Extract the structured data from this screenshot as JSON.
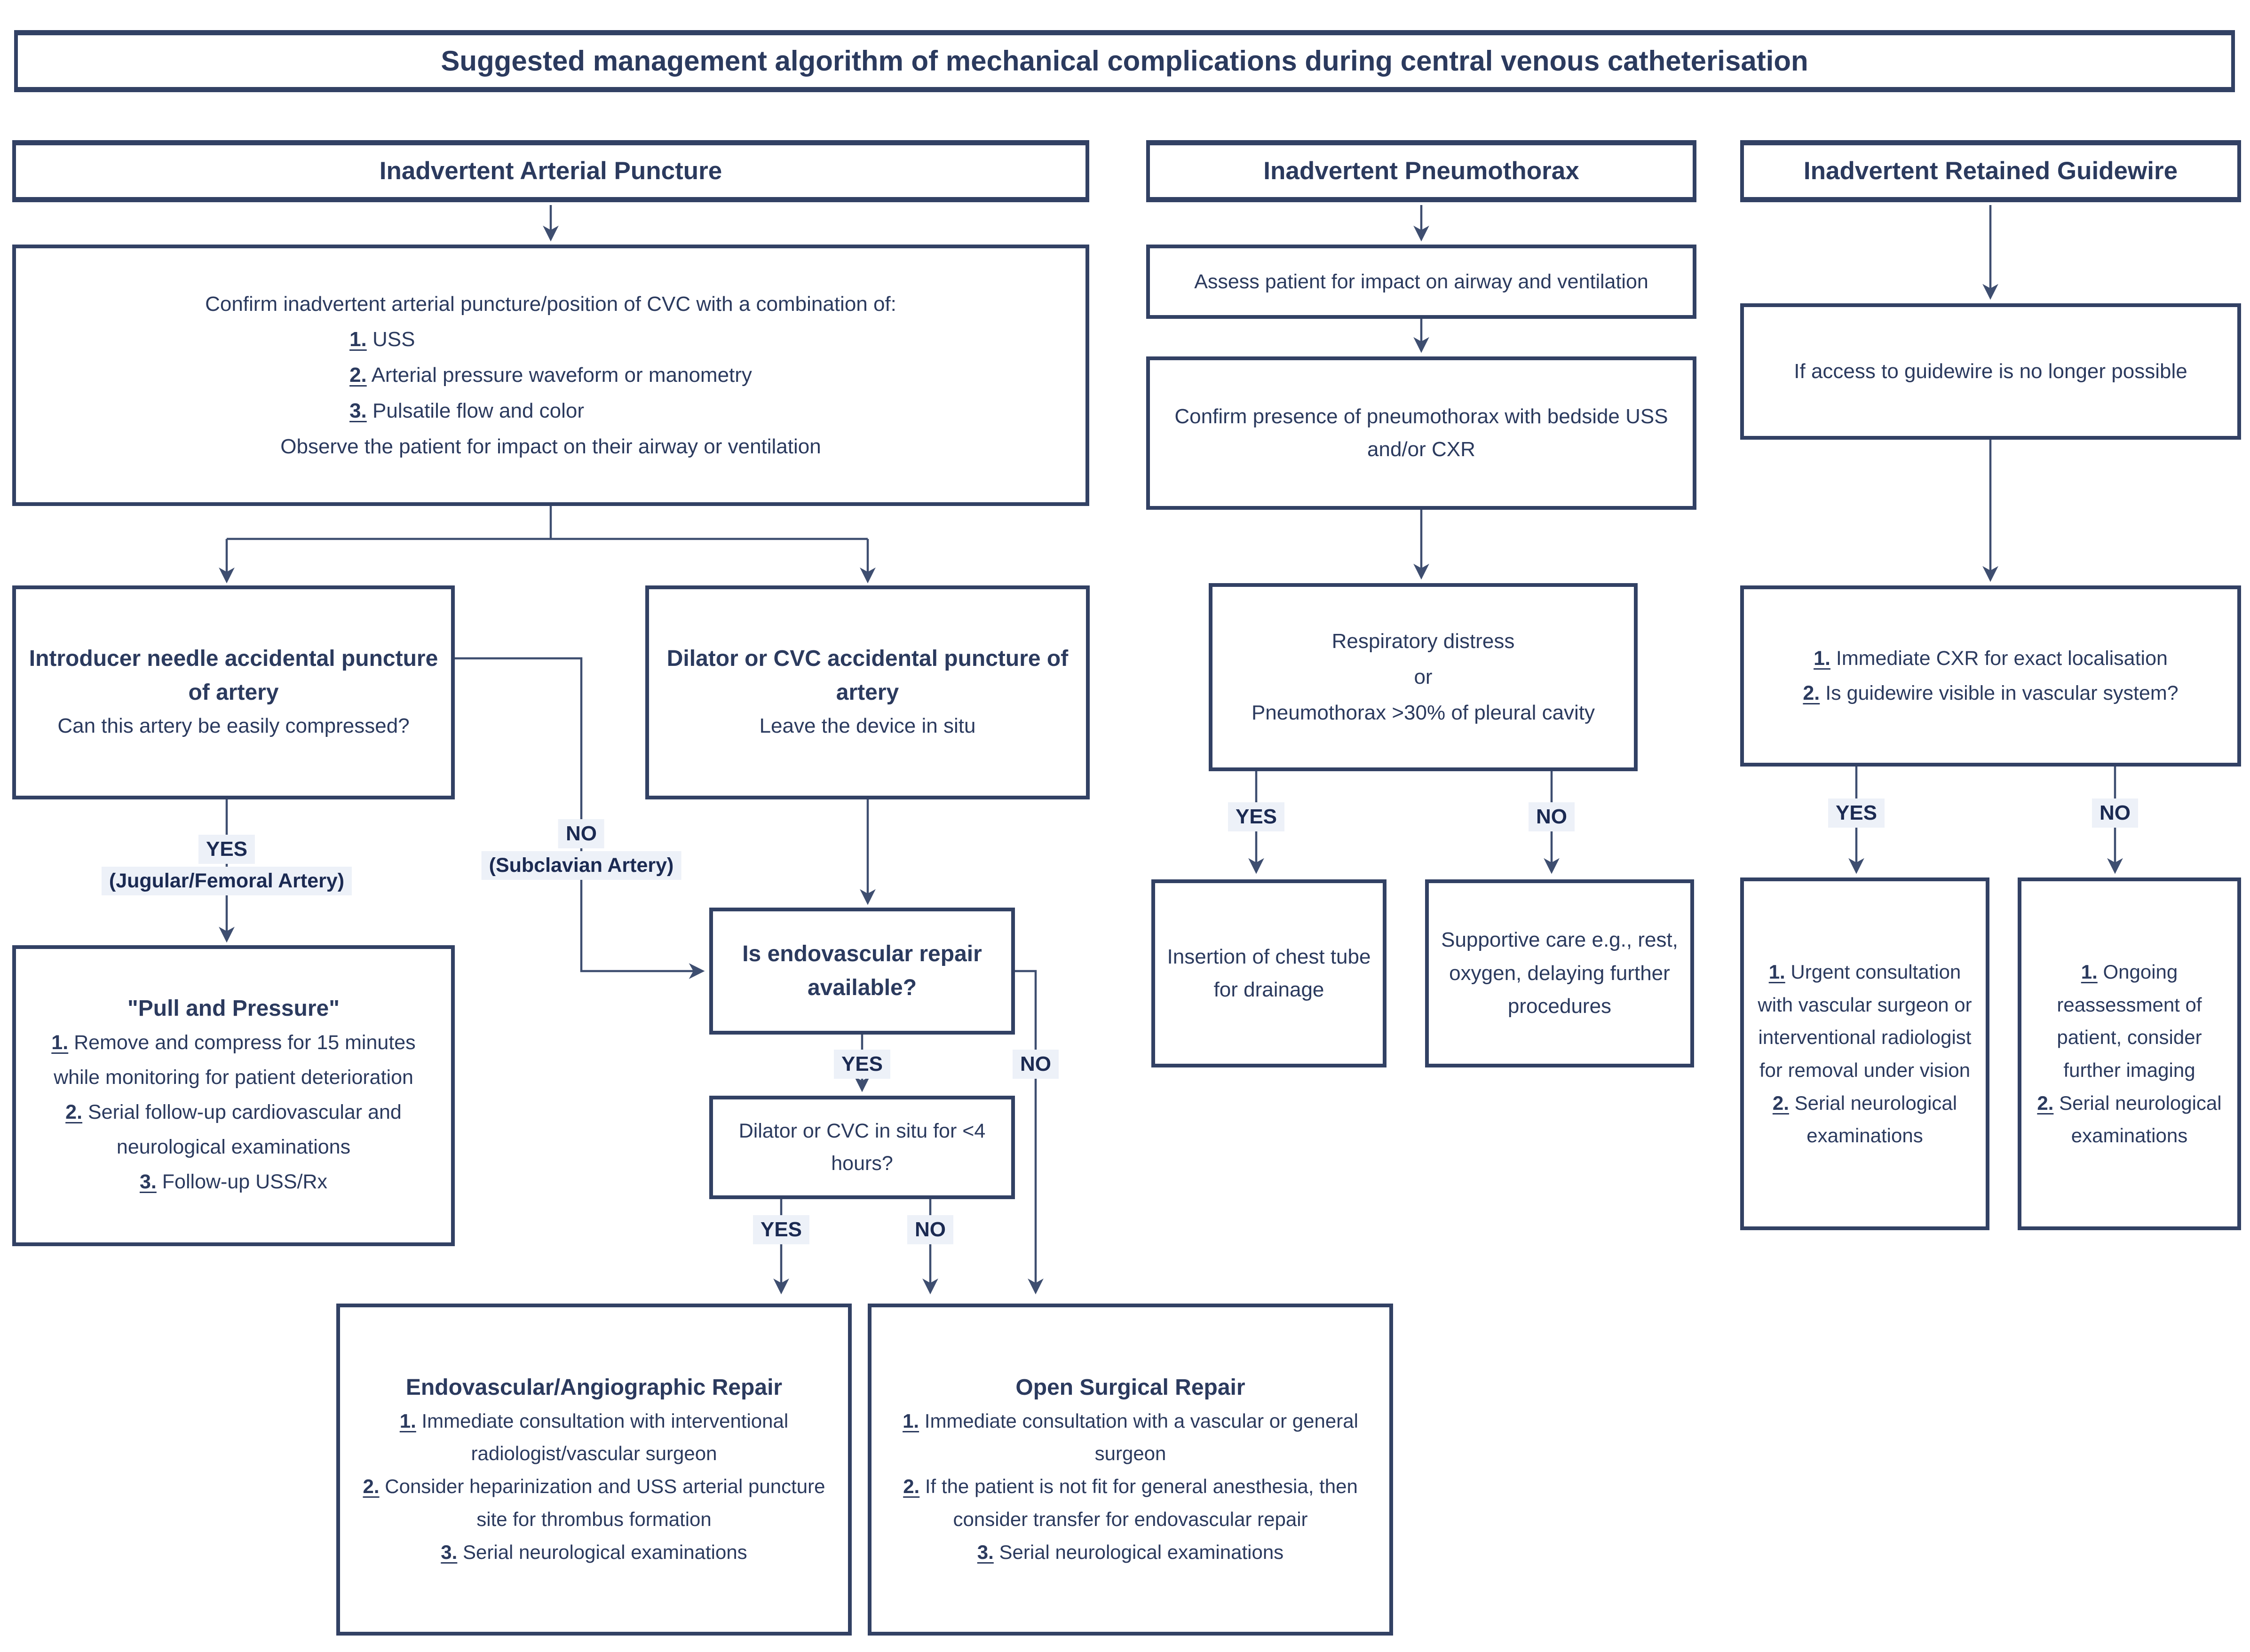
{
  "title": "Suggested management algorithm of mechanical complications during central venous catheterisation",
  "labels": {
    "yes": "YES",
    "no": "NO"
  },
  "colors": {
    "ink": "#2b3a5e",
    "border": "#324164",
    "line": "#3e4e70",
    "label_bg": "#edf1f8"
  },
  "col1": {
    "header": "Inadvertent Arterial Puncture",
    "confirm": {
      "intro": "Confirm inadvertent arterial puncture/position of CVC with a combination of:",
      "items": [
        {
          "n": "1.",
          "t": "USS"
        },
        {
          "n": "2.",
          "t": "Arterial pressure waveform or manometry"
        },
        {
          "n": "3.",
          "t": "Pulsatile flow and color"
        }
      ],
      "outro": "Observe the patient for impact on their airway or ventilation"
    },
    "introducer": {
      "title": "Introducer needle accidental puncture of artery",
      "question": "Can this artery be easily compressed?"
    },
    "dilator": {
      "title": "Dilator or CVC accidental puncture of artery",
      "note": "Leave the device in situ"
    },
    "yes_sub": "(Jugular/Femoral Artery)",
    "no_sub": "(Subclavian Artery)",
    "pull": {
      "title": "\"Pull and Pressure\"",
      "items": [
        {
          "n": "1.",
          "t": "Remove and compress for 15 minutes while monitoring for patient deterioration"
        },
        {
          "n": "2.",
          "t": "Serial follow-up cardiovascular and neurological examinations"
        },
        {
          "n": "3.",
          "t": "Follow-up USS/Rx"
        }
      ]
    },
    "endo_question": "Is endovascular repair available?",
    "insitu_question": "Dilator or CVC in situ for <4 hours?",
    "endo_repair": {
      "title": "Endovascular/Angiographic Repair",
      "items": [
        {
          "n": "1.",
          "t": "Immediate consultation with interventional radiologist/vascular surgeon"
        },
        {
          "n": "2.",
          "t": "Consider heparinization and USS arterial puncture site for thrombus formation"
        },
        {
          "n": "3.",
          "t": "Serial neurological examinations"
        }
      ]
    },
    "open_repair": {
      "title": "Open Surgical Repair",
      "items": [
        {
          "n": "1.",
          "t": "Immediate consultation with a vascular or general surgeon"
        },
        {
          "n": "2.",
          "t": "If the patient is not fit for general anesthesia, then consider transfer for endovascular repair"
        },
        {
          "n": "3.",
          "t": "Serial neurological examinations"
        }
      ]
    }
  },
  "col2": {
    "header": "Inadvertent Pneumothorax",
    "assess": "Assess patient for impact on airway and ventilation",
    "confirm": "Confirm presence of pneumothorax with bedside USS and/or CXR",
    "distress": {
      "l1": "Respiratory distress",
      "l2": "or",
      "l3": "Pneumothorax >30% of pleural cavity"
    },
    "chest_tube": "Insertion of chest tube for drainage",
    "supportive": "Supportive care e.g., rest, oxygen, delaying further procedures"
  },
  "col3": {
    "header": "Inadvertent Retained Guidewire",
    "access": "If access to guidewire is no longer possible",
    "cxr": {
      "items": [
        {
          "n": "1.",
          "t": "Immediate CXR for exact localisation"
        },
        {
          "n": "2.",
          "t": "Is guidewire visible in vascular system?"
        }
      ]
    },
    "urgent": {
      "items": [
        {
          "n": "1.",
          "t": "Urgent consultation with vascular surgeon or interventional radiologist for removal under vision"
        },
        {
          "n": "2.",
          "t": "Serial neurological examinations"
        }
      ]
    },
    "ongoing": {
      "items": [
        {
          "n": "1.",
          "t": "Ongoing reassessment of patient, consider further imaging"
        },
        {
          "n": "2.",
          "t": "Serial neurological examinations"
        }
      ]
    }
  }
}
